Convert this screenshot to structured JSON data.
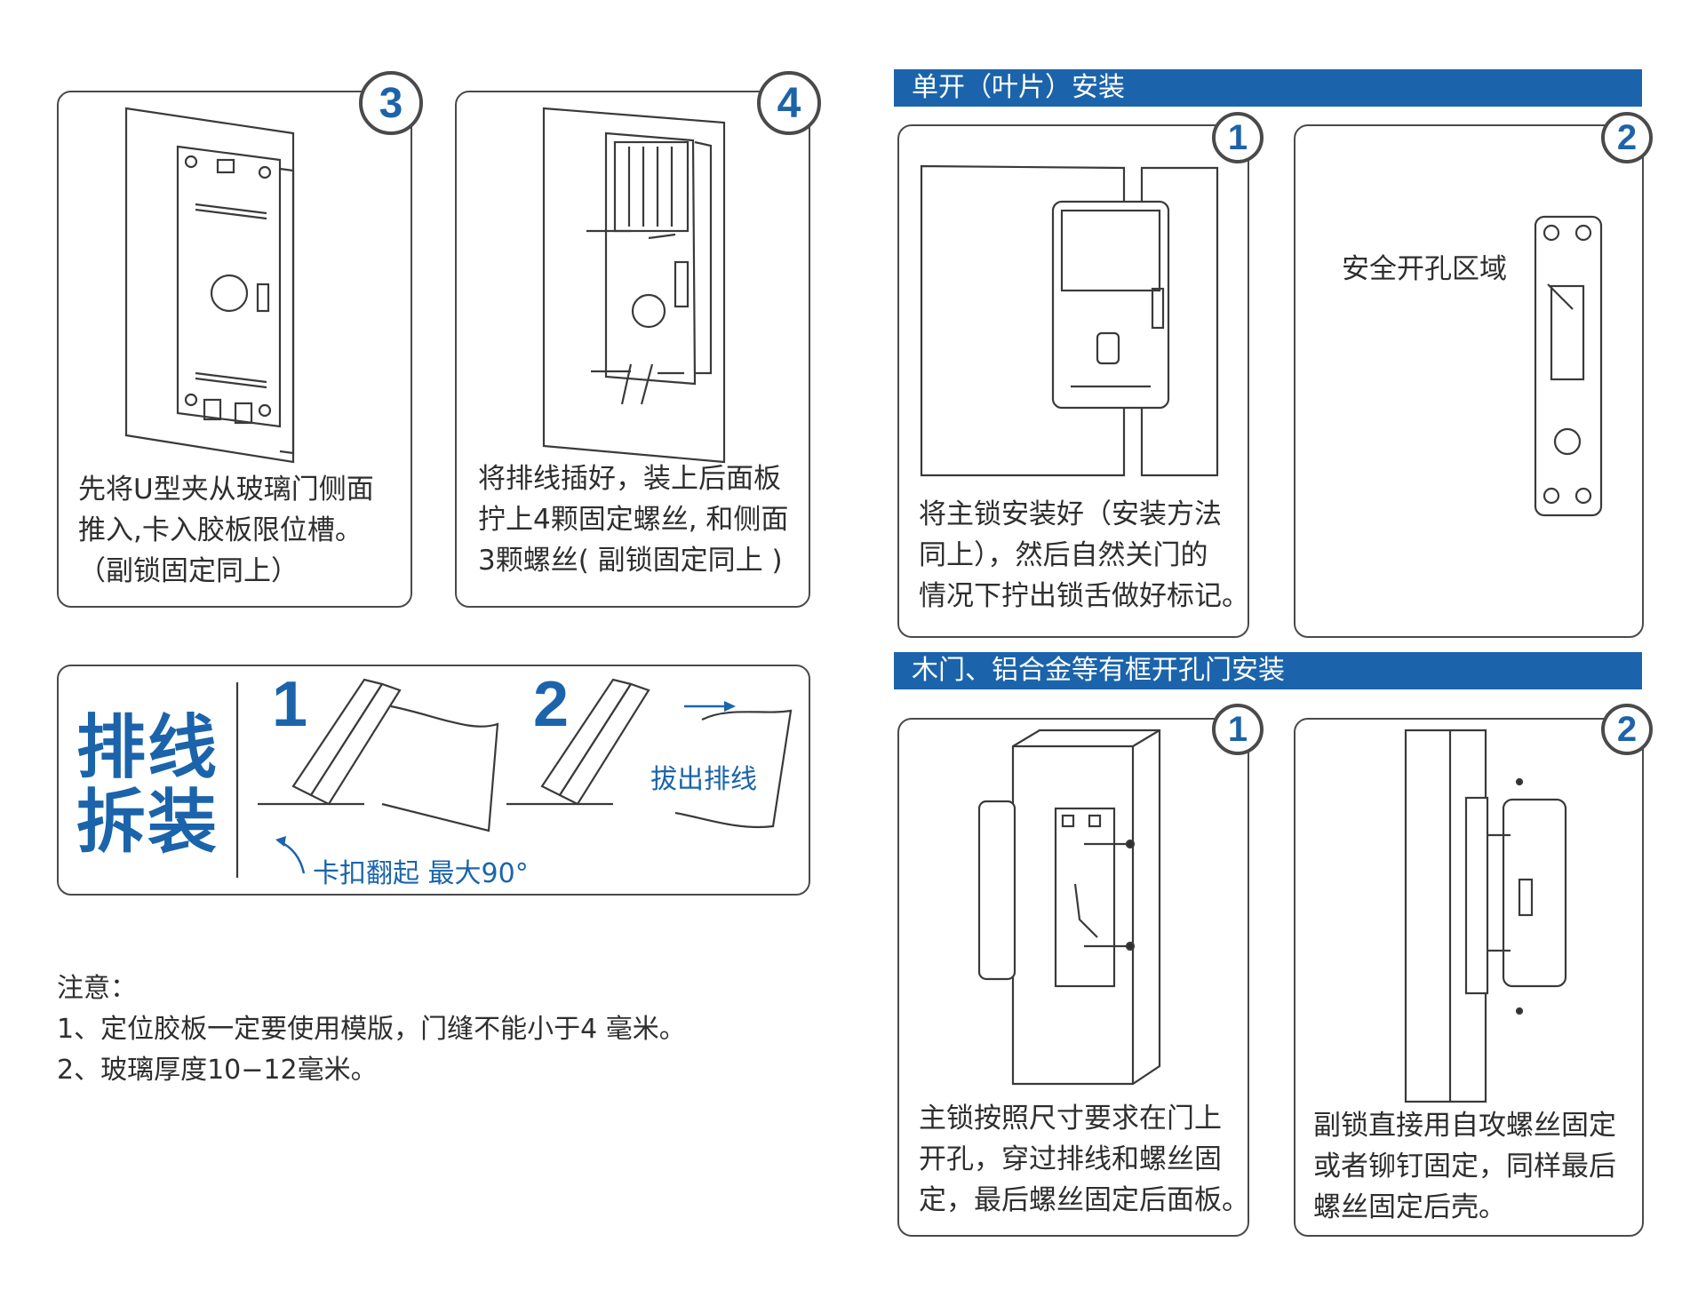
{
  "step3": {
    "badge": "3",
    "caption": "先将U型夹从玻璃门侧面\n推入,卡入胶板限位槽。\n（副锁固定同上）"
  },
  "step4": {
    "badge": "4",
    "caption": "将排线插好，装上后面板\n拧上4颗固定螺丝, 和侧面\n3颗螺丝( 副锁固定同上 )"
  },
  "section_single": {
    "title": "单开（叶片）安装",
    "step1": {
      "badge": "1",
      "caption": "将主锁安装好（安装方法\n同上），然后自然关门的\n情况下拧出锁舌做好标记。"
    },
    "step2": {
      "badge": "2",
      "label": "安全开孔区域"
    }
  },
  "cable_box": {
    "title": "排线\n拆装",
    "num1": "1",
    "num2": "2",
    "pull_label": "拔出排线",
    "flip_label": "卡扣翻起 最大90°"
  },
  "notes": {
    "heading": "注意：",
    "items": [
      "1、定位胶板一定要使用模版，门缝不能小于4 毫米。",
      "2、玻璃厚度10−12毫米。"
    ]
  },
  "section_frame": {
    "title": "木门、铝合金等有框开孔门安装",
    "step1": {
      "badge": "1",
      "caption": "主锁按照尺寸要求在门上\n开孔，穿过排线和螺丝固\n定，最后螺丝固定后面板。"
    },
    "step2": {
      "badge": "2",
      "caption": "副锁直接用自攻螺丝固定\n或者铆钉固定，同样最后\n螺丝固定后壳。"
    }
  },
  "colors": {
    "accent": "#1b64ab",
    "line": "#3a3a3a"
  }
}
